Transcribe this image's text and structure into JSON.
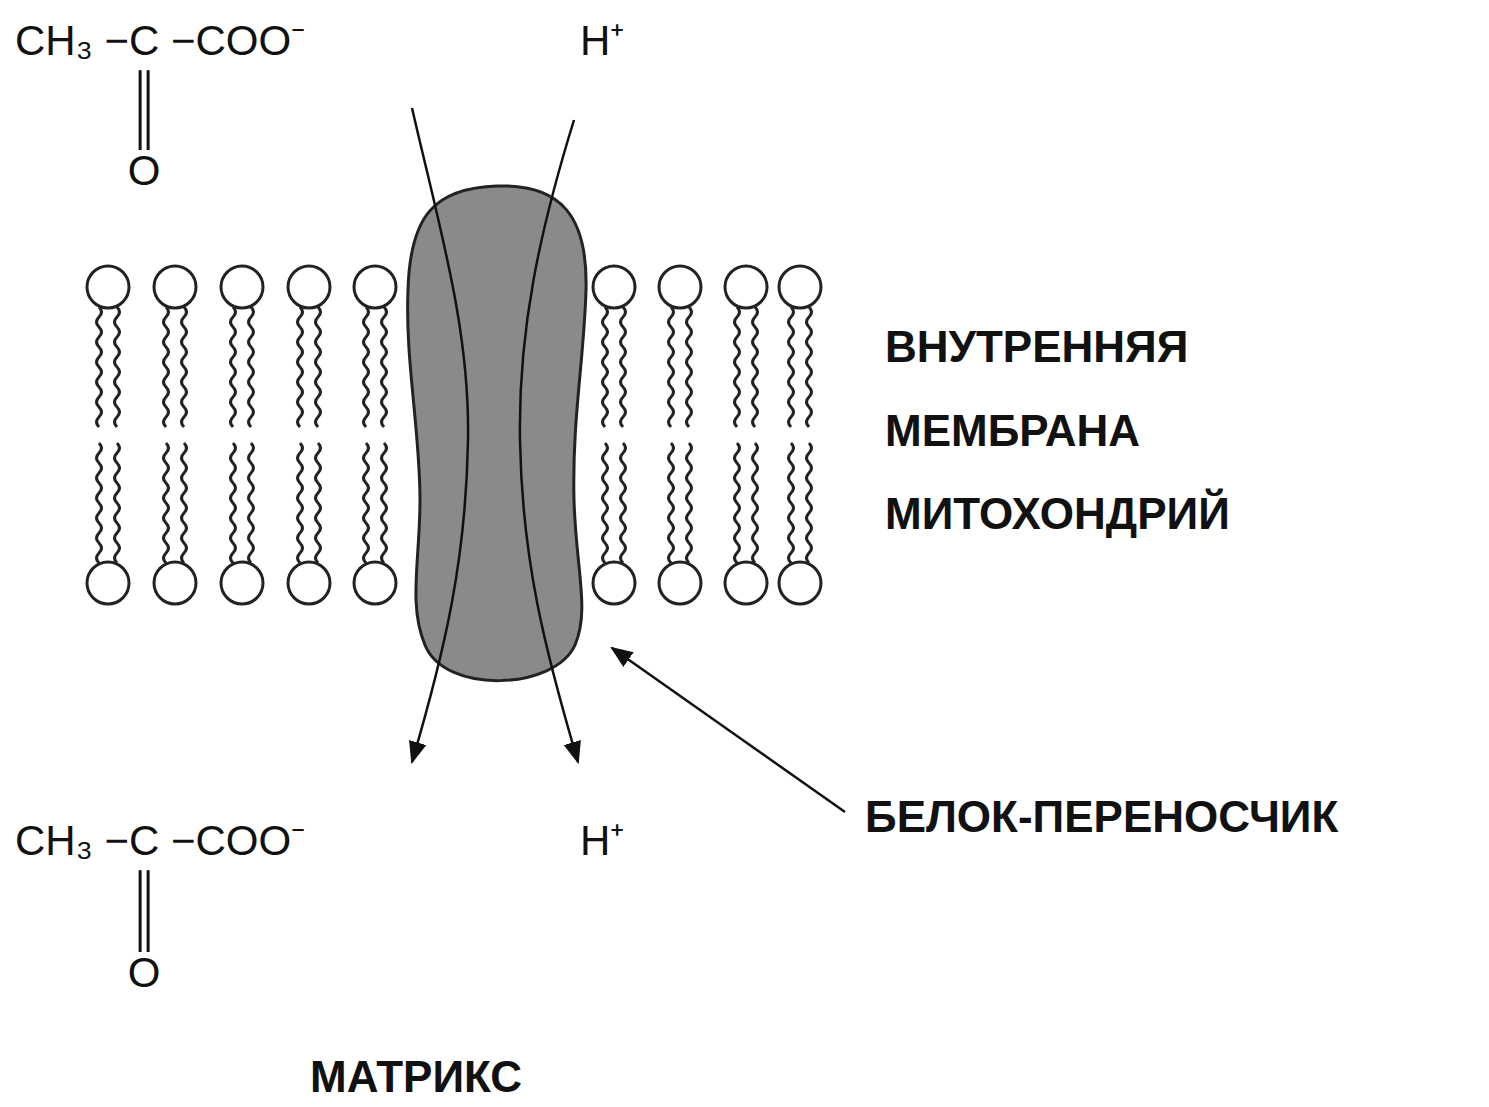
{
  "diagram": {
    "labels": [
      "CH₃ −C −COO⁻",
      "O",
      "H⁺",
      "ВНУТРЕННЯЯ МЕМБРАНА МИТОХОНДРИЙ",
      "БЕЛОК-ПЕРЕНОСЧИК",
      "CH₃ −C −COO⁻",
      "O",
      "H⁺",
      "МАТРИКС"
    ]
  }
}
